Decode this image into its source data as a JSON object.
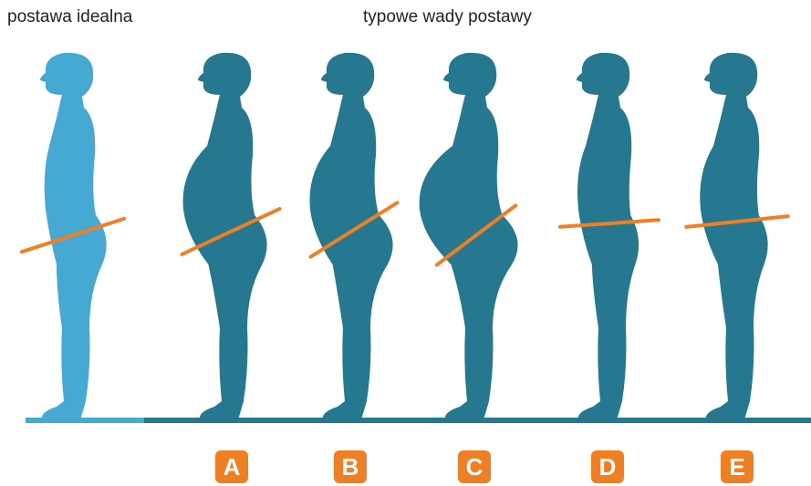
{
  "labels": {
    "ideal": "postawa idealna",
    "defects": "typowe wady postawy"
  },
  "colors": {
    "ideal_figure": "#46a9d3",
    "defect_figure": "#25788f",
    "pelvis_line": "#f07f23",
    "badge": "#f07f23"
  },
  "figures": [
    {
      "key": "ideal",
      "badge": "",
      "pelvic_tilt_deg": -18
    },
    {
      "key": "A",
      "badge": "A",
      "pelvic_tilt_deg": -25
    },
    {
      "key": "B",
      "badge": "B",
      "pelvic_tilt_deg": -32
    },
    {
      "key": "C",
      "badge": "C",
      "pelvic_tilt_deg": -37
    },
    {
      "key": "D",
      "badge": "D",
      "pelvic_tilt_deg": -4
    },
    {
      "key": "E",
      "badge": "E",
      "pelvic_tilt_deg": -6
    }
  ]
}
